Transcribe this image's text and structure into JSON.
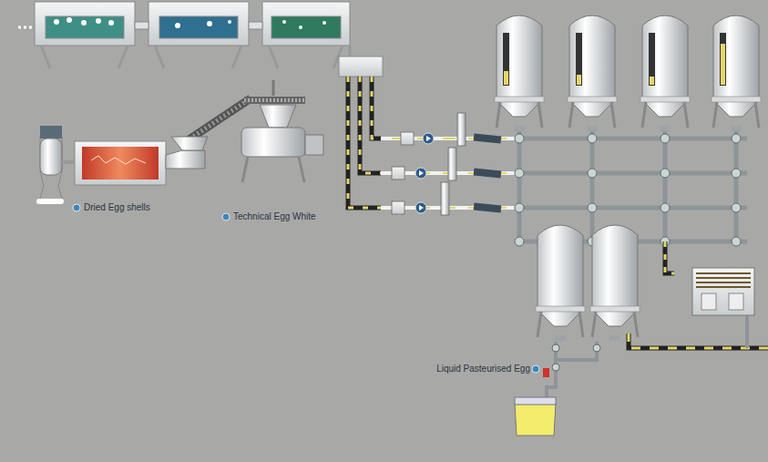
{
  "diagram": {
    "labels": [
      "Dried Egg shells",
      "Technical Egg White",
      "Liquid Pasteurised Egg"
    ]
  }
}
